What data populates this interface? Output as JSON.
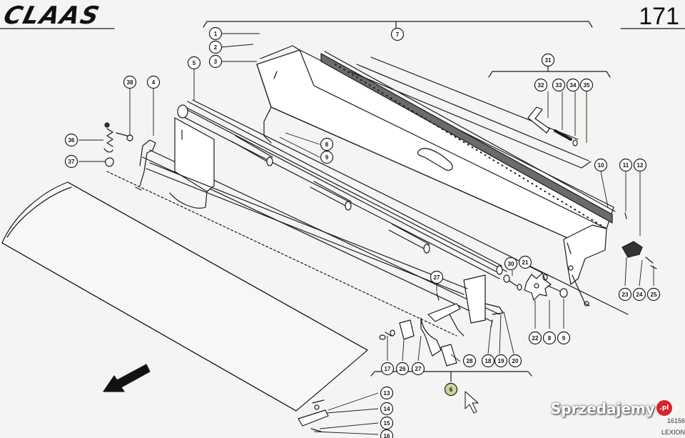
{
  "brand": "CLAAS",
  "page_number": "171",
  "watermark": {
    "text": "Sprzedajemy",
    "badge": ".pl"
  },
  "footer": {
    "ref_code": "16156",
    "model": "LEXION"
  },
  "callouts": [
    {
      "id": "c1",
      "label": "1"
    },
    {
      "id": "c2",
      "label": "2"
    },
    {
      "id": "c3",
      "label": "3"
    },
    {
      "id": "c4",
      "label": "4"
    },
    {
      "id": "c5",
      "label": "5"
    },
    {
      "id": "c6",
      "label": "6"
    },
    {
      "id": "c7",
      "label": "7"
    },
    {
      "id": "c8a",
      "label": "8"
    },
    {
      "id": "c9a",
      "label": "9"
    },
    {
      "id": "c8b",
      "label": "8"
    },
    {
      "id": "c9b",
      "label": "9"
    },
    {
      "id": "c10",
      "label": "10"
    },
    {
      "id": "c11",
      "label": "11"
    },
    {
      "id": "c12",
      "label": "12"
    },
    {
      "id": "c13",
      "label": "13"
    },
    {
      "id": "c14",
      "label": "14"
    },
    {
      "id": "c15",
      "label": "15"
    },
    {
      "id": "c16",
      "label": "16"
    },
    {
      "id": "c17",
      "label": "17"
    },
    {
      "id": "c18",
      "label": "18"
    },
    {
      "id": "c19",
      "label": "19"
    },
    {
      "id": "c20",
      "label": "20"
    },
    {
      "id": "c21",
      "label": "21"
    },
    {
      "id": "c22",
      "label": "22"
    },
    {
      "id": "c23",
      "label": "23"
    },
    {
      "id": "c24",
      "label": "24"
    },
    {
      "id": "c25",
      "label": "25"
    },
    {
      "id": "c26",
      "label": "26"
    },
    {
      "id": "c27a",
      "label": "27"
    },
    {
      "id": "c27b",
      "label": "27"
    },
    {
      "id": "c28",
      "label": "28"
    },
    {
      "id": "c30",
      "label": "30"
    },
    {
      "id": "c31",
      "label": "31"
    },
    {
      "id": "c32",
      "label": "32"
    },
    {
      "id": "c33",
      "label": "33"
    },
    {
      "id": "c34",
      "label": "34"
    },
    {
      "id": "c35",
      "label": "35"
    },
    {
      "id": "c36",
      "label": "36"
    },
    {
      "id": "c37",
      "label": "37"
    },
    {
      "id": "c38",
      "label": "38"
    }
  ],
  "colors": {
    "line": "#1a1a1a",
    "callout_fill": "#ffffff",
    "highlight": "#c8d6a0"
  },
  "icons": {
    "direction_arrow": "arrow-down-left-icon",
    "cursor": "mouse-pointer-icon"
  }
}
